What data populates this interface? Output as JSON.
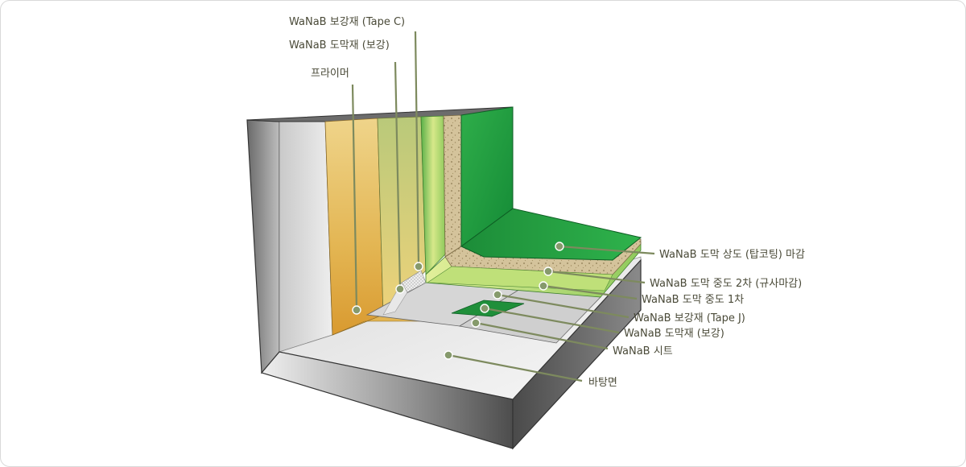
{
  "labels": {
    "tape_c": "WaNaB 보강재 (Tape C)",
    "membrane_wall": "WaNaB 도막재 (보강)",
    "primer": "프라이머",
    "top_coat": "WaNaB 도막 상도 (탑코팅) 마감",
    "mid_coat_2": "WaNaB 도막 중도 2차 (규사마감)",
    "mid_coat_1": "WaNaB 도막 중도 1차",
    "tape_j": "WaNaB 보강재 (Tape J)",
    "membrane_floor": "WaNaB 도막재 (보강)",
    "sheet": "WaNaB 시트",
    "substrate": "바탕면"
  },
  "colors": {
    "leader": "#7d8a5e",
    "label_text": "#4a4a38",
    "concrete_dark": "#5a5a5a",
    "concrete_light": "#e6e6e6",
    "primer_gold": "#e6b84e",
    "sheet_green_light": "#c8e07a",
    "sand": "#cdbb93",
    "top_coat_green": "#1f9a3f"
  }
}
